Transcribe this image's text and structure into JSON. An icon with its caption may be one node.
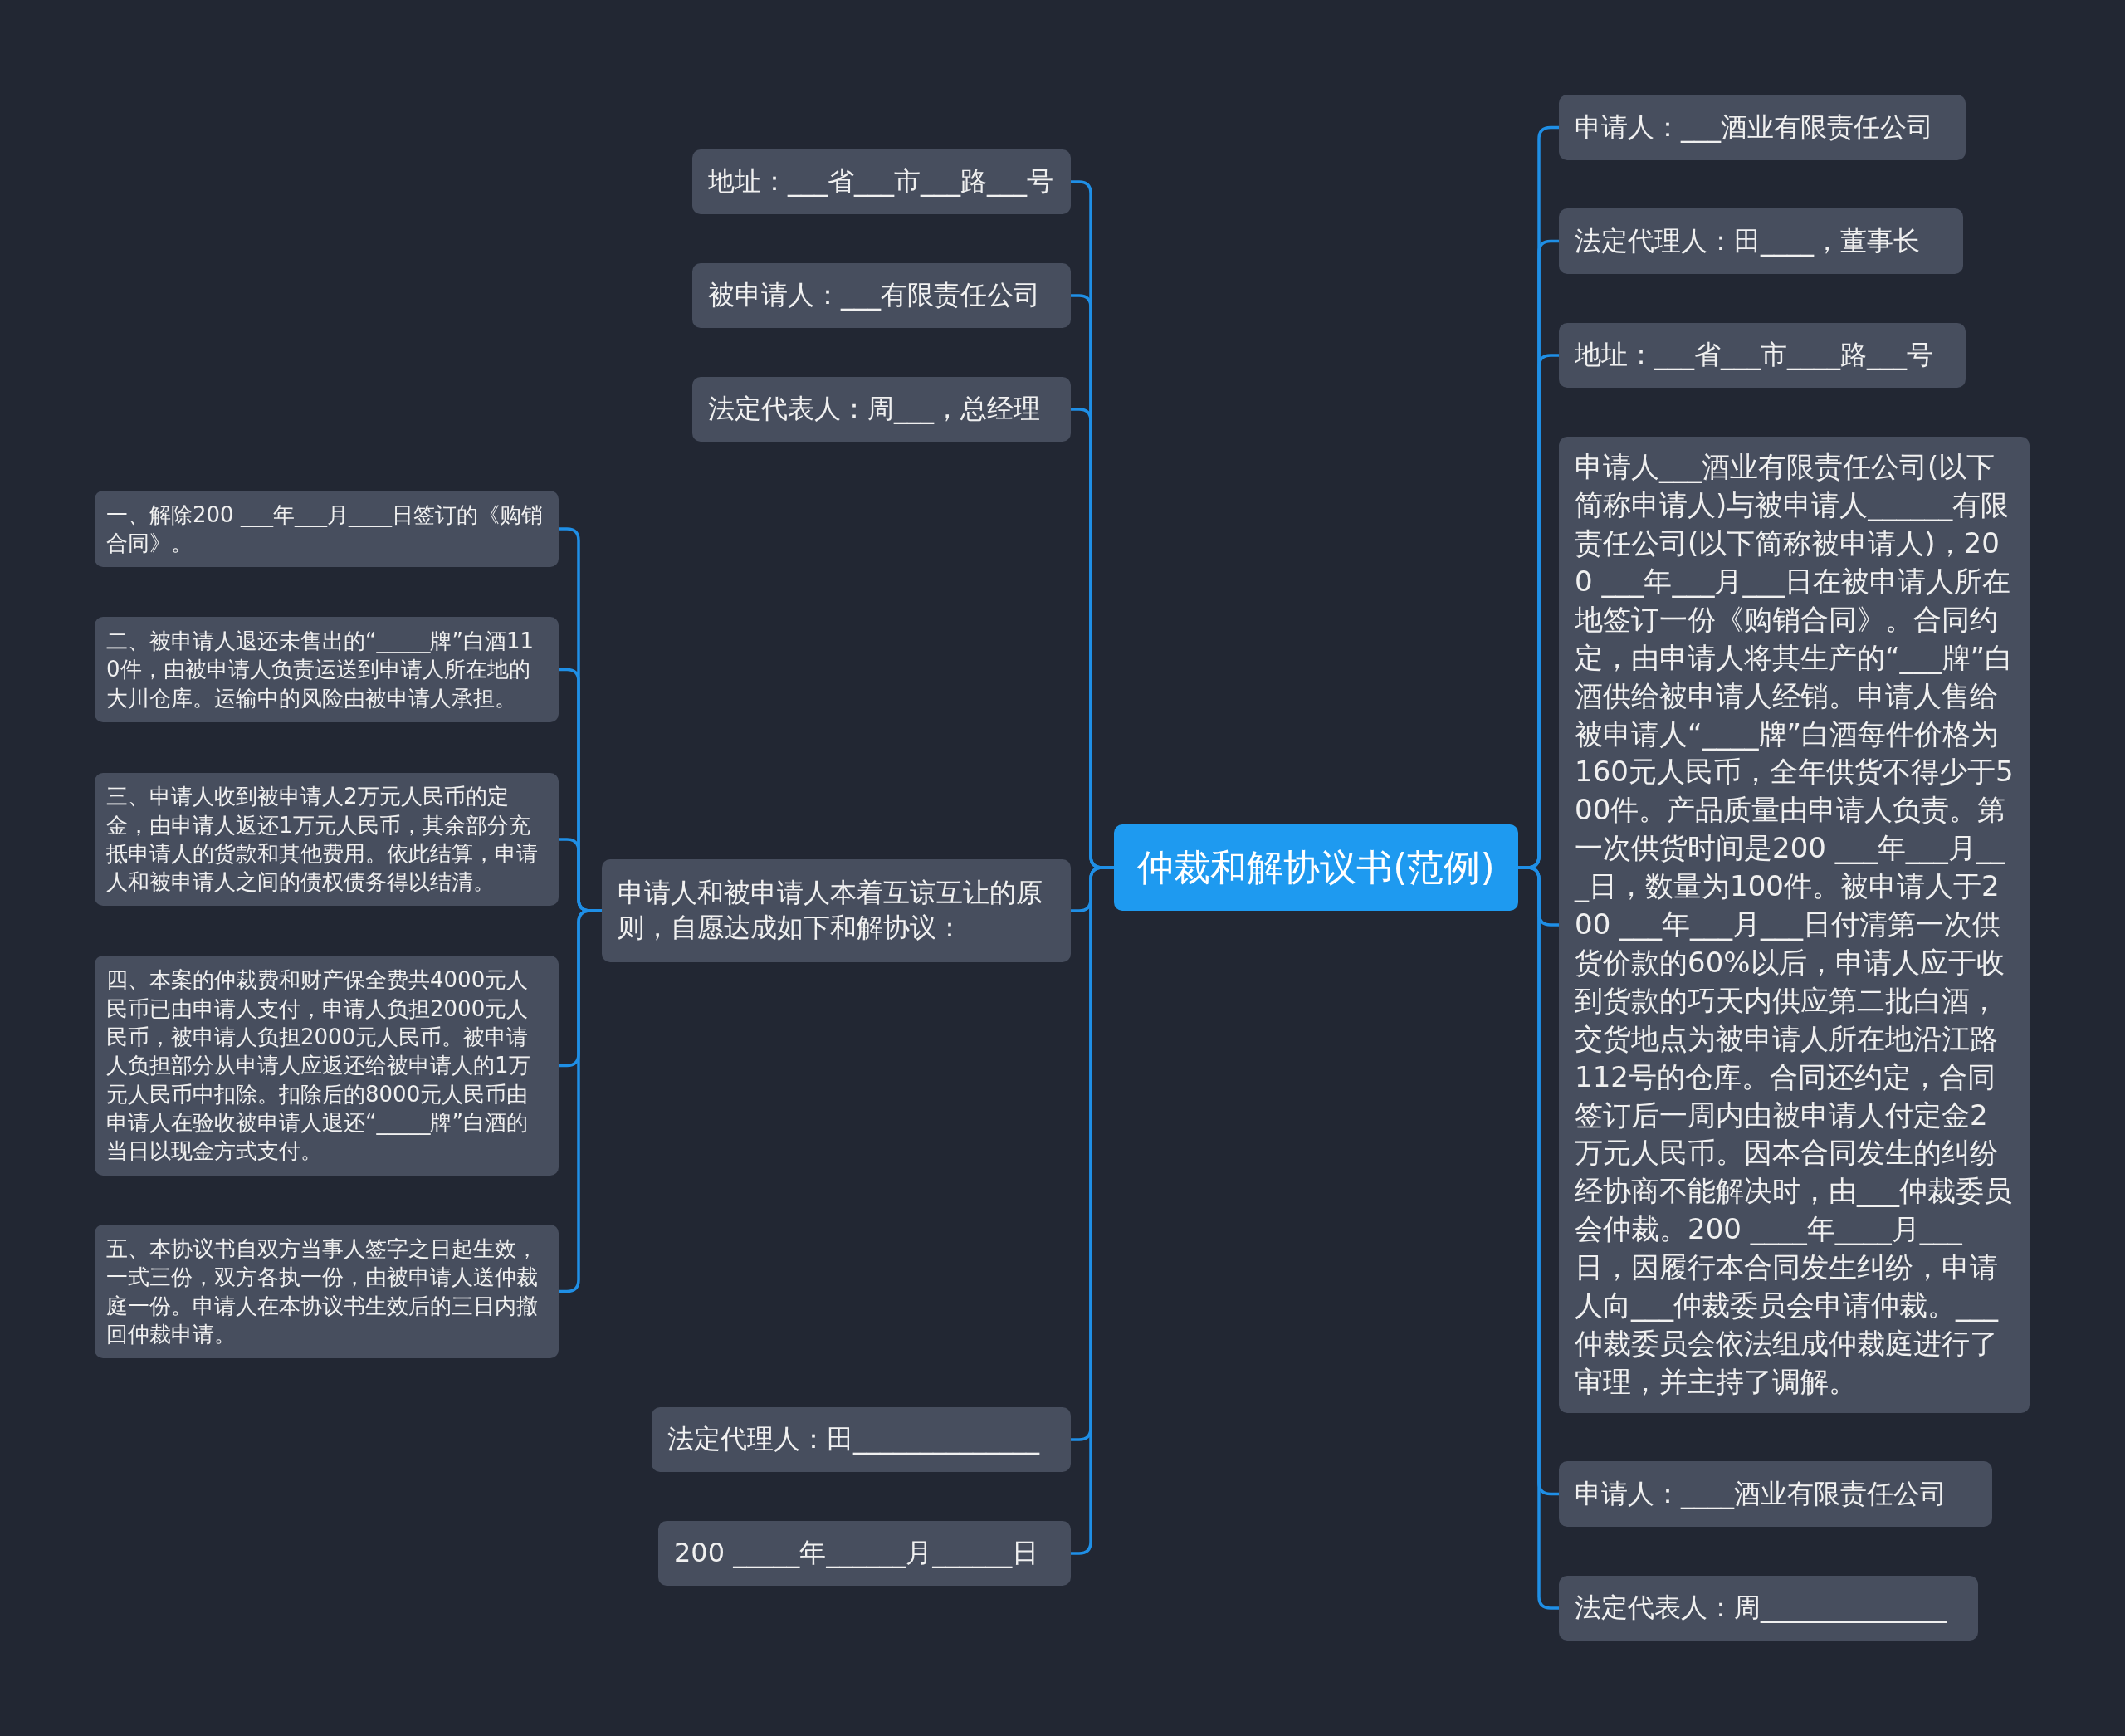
{
  "diagram": {
    "nodes": [
      {
        "text": [
          "仲裁和解协议书(范例)"
        ]
      },
      {
        "text": [
          "地址：___省___市___路___号"
        ]
      },
      {
        "text": [
          "被申请人：___有限责任公司"
        ]
      },
      {
        "text": [
          "法定代表人：周___，总经理"
        ]
      },
      {
        "text": [
          "申请人和被申请人本着互谅互让的原则，自愿达成如下和解协议："
        ]
      },
      {
        "text": [
          "一、解除200 ___年___月____日签订的《购销合同》。"
        ]
      },
      {
        "text": [
          "二、被申请人退还未售出的“_____牌”白酒110件，由被申请人负责运送到申请人所在地的大川仓库。运输中的风险由被申请人承担。"
        ]
      },
      {
        "text": [
          "三、申请人收到被申请人2万元人民币的定金，由申请人返还1万元人民币，其余部分充抵申请人的货款和其他费用。依此结算，申请人和被申请人之间的债权债务得以结清。"
        ]
      },
      {
        "text": [
          "四、本案的仲裁费和财产保全费共4000元人民币已由申请人支付，申请人负担2000元人民币，被申请人负担2000元人民币。被申请人负担部分从申请人应返还给被申请人的1万元人民币中扣除。扣除后的8000元人民币由申请人在验收被申请人退还“_____牌”白酒的当日以现金方式支付。"
        ]
      },
      {
        "text": [
          "五、本协议书自双方当事人签字之日起生效，一式三份，双方各执一份，由被申请人送仲裁庭一份。申请人在本协议书生效后的三日内撤回仲裁申请。"
        ]
      },
      {
        "text": [
          "法定代理人：田______________"
        ]
      },
      {
        "text": [
          "200 _____年______月______日"
        ]
      },
      {
        "text": [
          "申请人：___酒业有限责任公司"
        ]
      },
      {
        "text": [
          "法定代理人：田____，董事长"
        ]
      },
      {
        "text": [
          "地址：___省___市____路___号"
        ]
      },
      {
        "text": [
          "申请人___酒业有限责任公司(以下简称申请人)与被申请人______有限责任公司(以下简称被申请人)，200 ___年___月___日在被申请人所在地签订一份《购销合同》。合同约定，由申请人将其生产的“___牌”白酒供给被申请人经销。申请人售给被申请人“____牌”白酒每件价格为160元人民币，全年供货不得少于500件。产品质量由申请人负责。第一次供货时间是200 ___年___月___日，数量为100件。被申请人于200 ___年___月___日付清第一次供货价款的60%以后，申请人应于收到货款的巧天内供应第二批白酒，交货地点为被申请人所在地沿江路112号的仓库。合同还约定，合同签订后一周内由被申请人付定金2万元人民币。因本合同发生的纠纷经协商不能解决时，由___仲裁委员会仲裁。200 ____年____月___日，因履行本合同发生纠纷，申请人向___仲裁委员会申请仲裁。___仲裁委员会依法组成仲裁庭进行了审理，并主持了调解。"
        ]
      },
      {
        "text": [
          "申请人：____酒业有限责任公司"
        ]
      },
      {
        "text": [
          "法定代表人：周______________"
        ]
      }
    ],
    "edges": [
      {
        "from": 0,
        "to": 1,
        "arrow": "none"
      },
      {
        "from": 0,
        "to": 2,
        "arrow": "none"
      },
      {
        "from": 0,
        "to": 3,
        "arrow": "none"
      },
      {
        "from": 0,
        "to": 4,
        "arrow": "none"
      },
      {
        "from": 4,
        "to": 5,
        "arrow": "none"
      },
      {
        "from": 4,
        "to": 6,
        "arrow": "none"
      },
      {
        "from": 4,
        "to": 7,
        "arrow": "none"
      },
      {
        "from": 4,
        "to": 8,
        "arrow": "none"
      },
      {
        "from": 4,
        "to": 9,
        "arrow": "none"
      },
      {
        "from": 0,
        "to": 10,
        "arrow": "none"
      },
      {
        "from": 0,
        "to": 11,
        "arrow": "none"
      },
      {
        "from": 0,
        "to": 12,
        "arrow": "none"
      },
      {
        "from": 0,
        "to": 13,
        "arrow": "none"
      },
      {
        "from": 0,
        "to": 14,
        "arrow": "none"
      },
      {
        "from": 0,
        "to": 15,
        "arrow": "none"
      },
      {
        "from": 0,
        "to": 16,
        "arrow": "none"
      },
      {
        "from": 0,
        "to": 17,
        "arrow": "none"
      }
    ]
  }
}
